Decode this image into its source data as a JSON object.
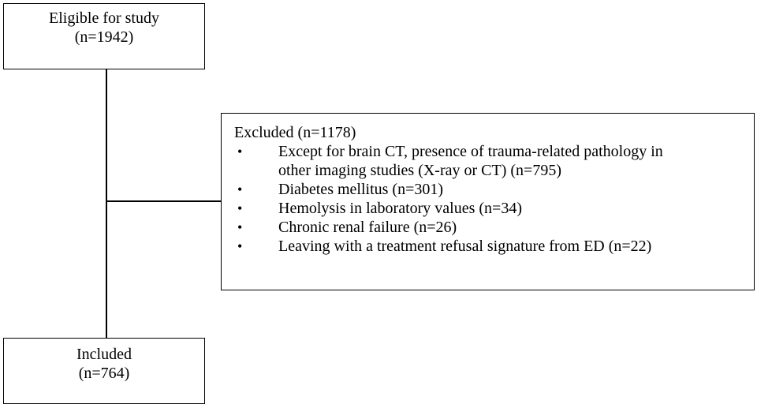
{
  "eligible": {
    "title": "Eligible for study",
    "count": "(n=1942)"
  },
  "excluded": {
    "title": "Excluded (n=1178)",
    "bullet_glyph": "•",
    "reasons": [
      {
        "line1": "Except for brain CT, presence of trauma-related pathology in",
        "line2": "other imaging studies (X-ray or CT) (n=795)"
      },
      {
        "line1": "Diabetes mellitus (n=301)",
        "line2": ""
      },
      {
        "line1": "Hemolysis in laboratory values (n=34)",
        "line2": ""
      },
      {
        "line1": "Chronic renal failure (n=26)",
        "line2": ""
      },
      {
        "line1": "Leaving with a treatment refusal signature from ED (n=22)",
        "line2": ""
      }
    ]
  },
  "included": {
    "title": "Included",
    "count": "(n=764)"
  }
}
